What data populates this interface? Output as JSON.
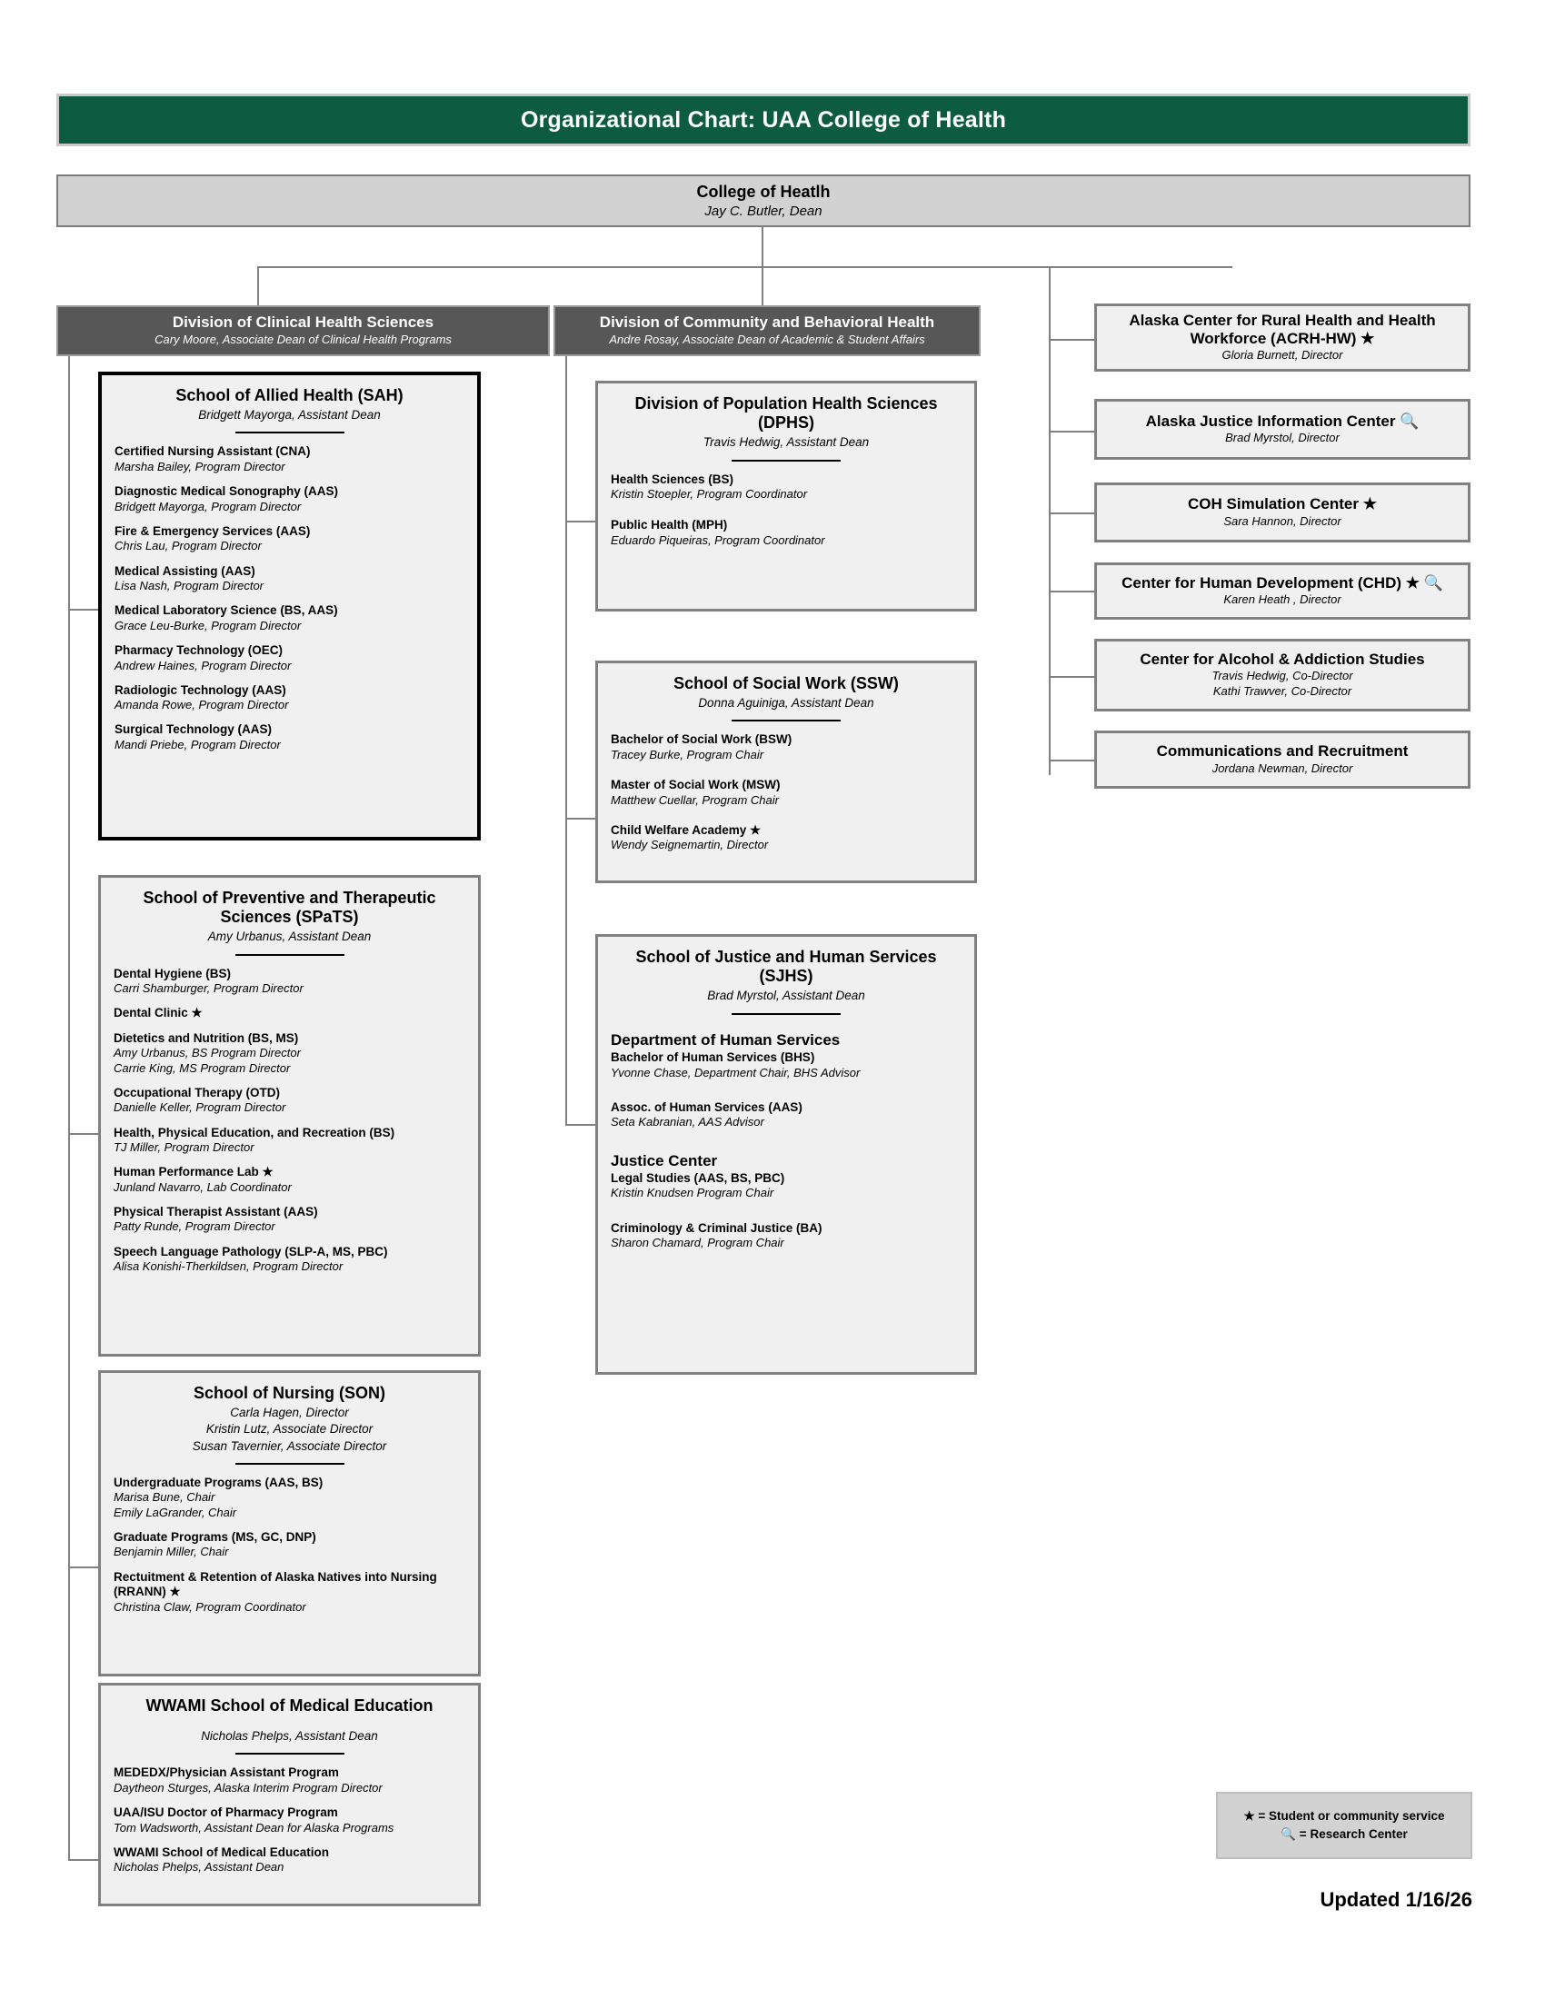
{
  "title": "Organizational Chart: UAA College of Health",
  "root": {
    "name": "College of Heatlh",
    "person": "Jay C. Butler, Dean"
  },
  "colors": {
    "banner": "#0d5c42",
    "division_bar": "#575757",
    "box_fill": "#f0f0f0",
    "root_fill": "#d2d2d2",
    "border_gray": "#808080",
    "border_black": "#000000"
  },
  "divisions": [
    {
      "name": "Division of Clinical Health Sciences",
      "person": "Cary Moore, Associate Dean of Clinical Health Programs"
    },
    {
      "name": "Division of Community and Behavioral Health",
      "person": "Andre Rosay, Associate Dean of Academic & Student Affairs"
    }
  ],
  "schools": {
    "sah": {
      "name": "School of Allied Health (SAH)",
      "person": "Bridgett Mayorga, Assistant Dean",
      "programs": [
        {
          "name": "Certified Nursing Assistant (CNA)",
          "person": "Marsha Bailey, Program Director"
        },
        {
          "name": "Diagnostic Medical Sonography (AAS)",
          "person": "Bridgett Mayorga, Program Director"
        },
        {
          "name": "Fire & Emergency Services (AAS)",
          "person": "Chris Lau, Program Director"
        },
        {
          "name": "Medical Assisting (AAS)",
          "person": "Lisa Nash, Program Director"
        },
        {
          "name": "Medical Laboratory Science (BS, AAS)",
          "person": "Grace Leu-Burke, Program Director"
        },
        {
          "name": "Pharmacy Technology (OEC)",
          "person": "Andrew Haines, Program Director"
        },
        {
          "name": "Radiologic Technology (AAS)",
          "person": "Amanda Rowe, Program Director"
        },
        {
          "name": "Surgical Technology (AAS)",
          "person": "Mandi Priebe, Program Director"
        }
      ]
    },
    "spats": {
      "name": "School of Preventive and Therapeutic Sciences (SPaTS)",
      "person": "Amy Urbanus, Assistant Dean",
      "programs": [
        {
          "name": "Dental Hygiene (BS)",
          "person": "Carri Shamburger, Program Director"
        },
        {
          "name": "Dental Clinic ★",
          "person": ""
        },
        {
          "name": "Dietetics and Nutrition (BS, MS)",
          "person": "Amy Urbanus, BS Program Director\nCarrie King, MS Program Director"
        },
        {
          "name": "Occupational Therapy (OTD)",
          "person": "Danielle Keller, Program Director"
        },
        {
          "name": "Health, Physical Education, and Recreation (BS)",
          "person": "TJ Miller, Program Director"
        },
        {
          "name": "Human Performance Lab ★",
          "person": "Junland Navarro, Lab Coordinator"
        },
        {
          "name": "Physical Therapist Assistant (AAS)",
          "person": "Patty Runde, Program Director"
        },
        {
          "name": "Speech Language Pathology (SLP-A, MS, PBC)",
          "person": "Alisa Konishi-Therkildsen, Program Director"
        }
      ]
    },
    "son": {
      "name": "School of Nursing (SON)",
      "person": "Carla Hagen, Director\nKristin Lutz, Associate Director\nSusan Tavernier, Associate Director",
      "programs": [
        {
          "name": "Undergraduate Programs (AAS, BS)",
          "person": "Marisa Bune, Chair\nEmily LaGrander, Chair"
        },
        {
          "name": "Graduate Programs (MS, GC, DNP)",
          "person": "Benjamin Miller, Chair"
        },
        {
          "name": "Rectuitment & Retention of Alaska Natives into Nursing (RRANN) ★",
          "person": "Christina Claw, Program Coordinator"
        }
      ]
    },
    "wwami": {
      "name": "WWAMI School of Medical Education",
      "person": "Nicholas Phelps, Assistant Dean",
      "programs": [
        {
          "name": "MEDEDX/Physician Assistant Program",
          "person": "Daytheon Sturges, Alaska Interim Program Director"
        },
        {
          "name": "UAA/ISU Doctor of Pharmacy Program",
          "person": "Tom Wadsworth, Assistant Dean for Alaska Programs"
        },
        {
          "name": "WWAMI School of Medical Education",
          "person": "Nicholas Phelps, Assistant Dean"
        }
      ]
    },
    "dphs": {
      "name": "Division of Population Health Sciences (DPHS)",
      "person": "Travis Hedwig, Assistant Dean",
      "programs": [
        {
          "name": "Health Sciences (BS)",
          "person": "Kristin Stoepler, Program Coordinator"
        },
        {
          "name": "Public Health (MPH)",
          "person": "Eduardo Piqueiras, Program Coordinator"
        }
      ]
    },
    "ssw": {
      "name": "School of Social Work (SSW)",
      "person": "Donna Aguiniga, Assistant Dean",
      "programs": [
        {
          "name": "Bachelor of Social Work (BSW)",
          "person": "Tracey Burke, Program Chair"
        },
        {
          "name": "Master of Social Work (MSW)",
          "person": "Matthew Cuellar, Program Chair"
        },
        {
          "name": "Child Welfare Academy ★",
          "person": "Wendy Seignemartin, Director"
        }
      ]
    },
    "sjhs": {
      "name": "School of Justice and Human Services (SJHS)",
      "person": "Brad Myrstol, Assistant Dean",
      "groups": [
        {
          "group": "Department of Human Services",
          "programs": [
            {
              "name": "Bachelor of Human Services (BHS)",
              "person": "Yvonne Chase, Department Chair, BHS Advisor"
            },
            {
              "name": "Assoc. of Human Services (AAS)",
              "person": "Seta Kabranian, AAS Advisor"
            }
          ]
        },
        {
          "group": "Justice Center",
          "programs": [
            {
              "name": "Legal Studies (AAS, BS, PBC)",
              "person": "Kristin Knudsen Program Chair"
            },
            {
              "name": "Criminology & Criminal Justice (BA)",
              "person": "Sharon Chamard, Program Chair"
            }
          ]
        }
      ]
    }
  },
  "centers": [
    {
      "name": "Alaska Center for Rural Health and Health Workforce (ACRH-HW) ★",
      "person": "Gloria Burnett, Director"
    },
    {
      "name": "Alaska Justice Information Center 🔍",
      "person": "Brad Myrstol, Director"
    },
    {
      "name": "COH Simulation Center ★",
      "person": "Sara Hannon, Director"
    },
    {
      "name": "Center for Human Development (CHD) ★ 🔍",
      "person": "Karen Heath , Director"
    },
    {
      "name": "Center for Alcohol & Addiction Studies",
      "person": "Travis Hedwig, Co-Director\nKathi Trawver, Co-Director"
    },
    {
      "name": "Communications and Recruitment",
      "person": "Jordana Newman, Director"
    }
  ],
  "legend": {
    "line1": "★ = Student or community service",
    "line2": "🔍 = Research Center"
  },
  "updated": "Updated 1/16/26"
}
